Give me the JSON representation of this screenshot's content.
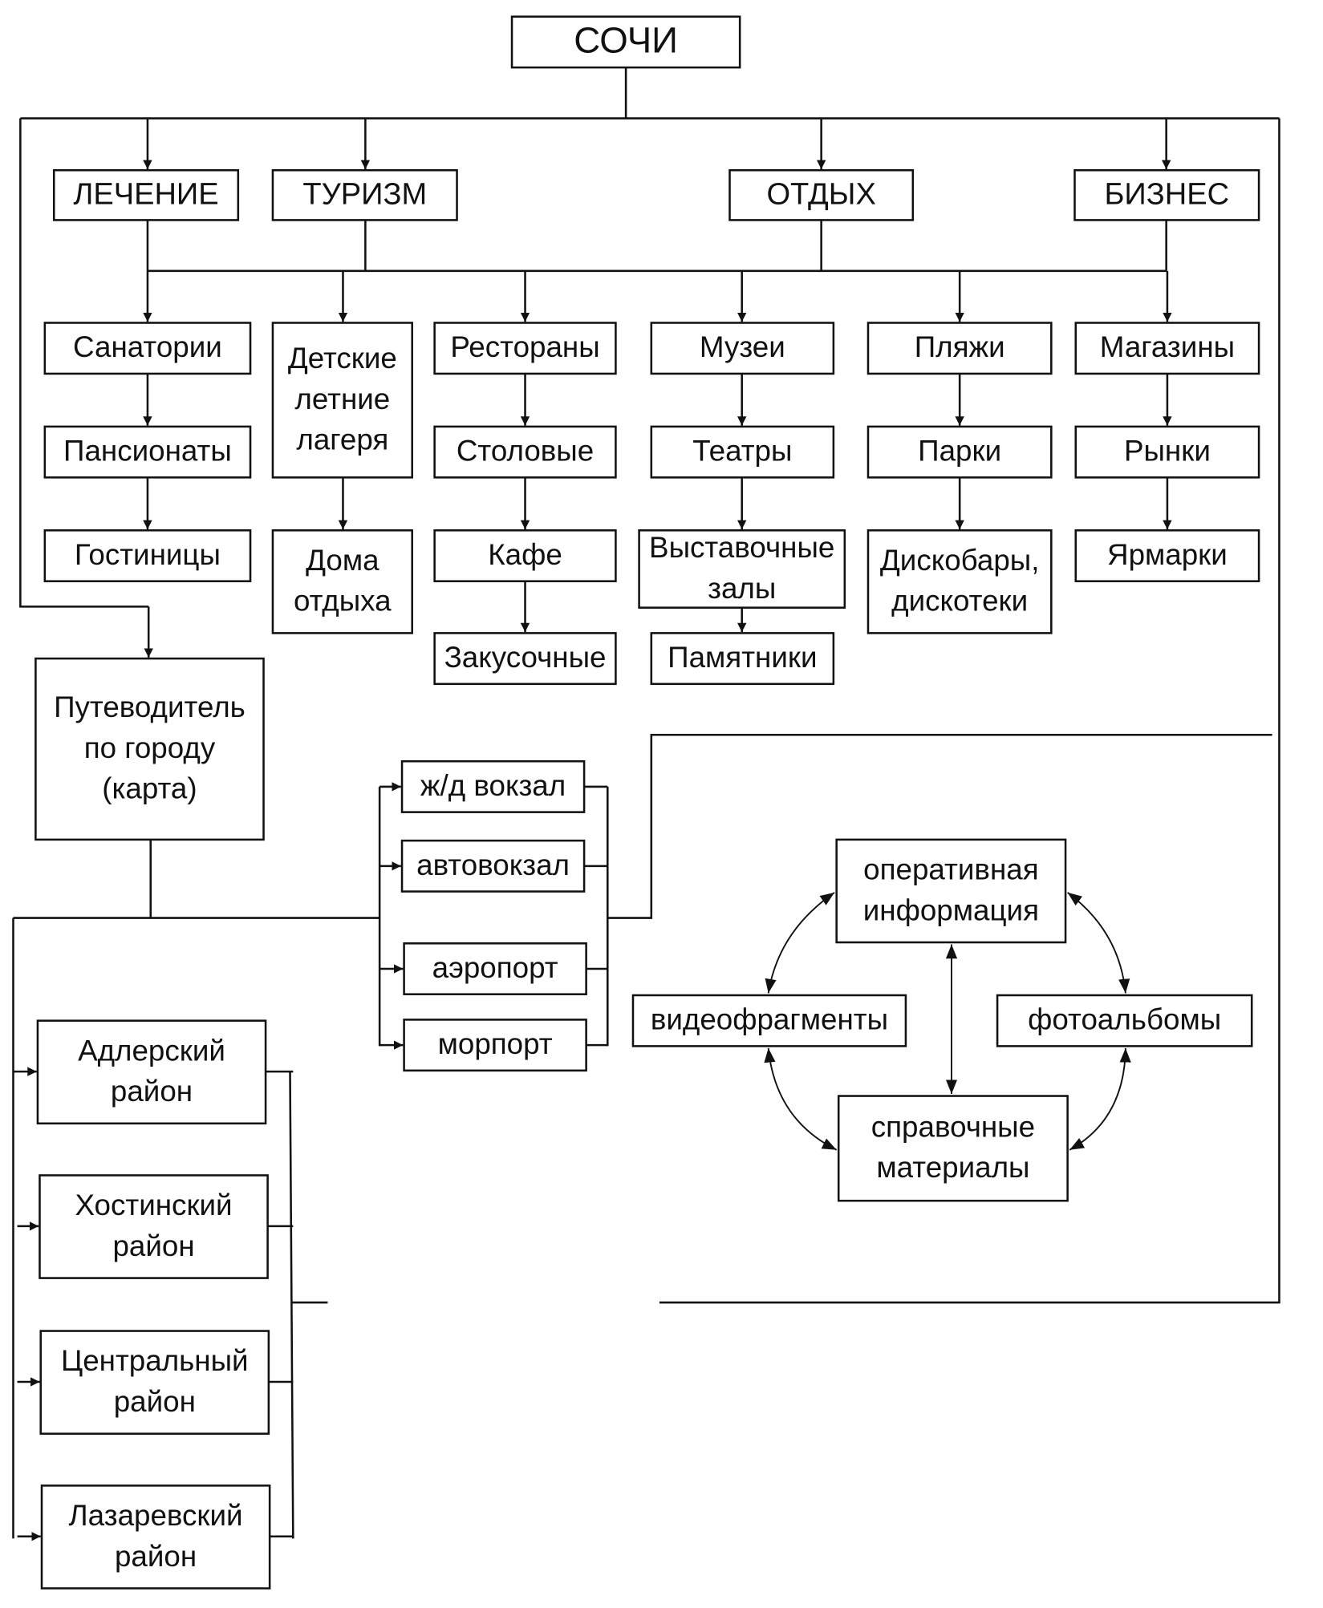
{
  "title": "СОЧИ",
  "colors": {
    "ink": "#111111",
    "background": "#ffffff"
  },
  "categories": [
    {
      "id": "treatment",
      "label": "ЛЕЧЕНИЕ"
    },
    {
      "id": "tourism",
      "label": "ТУРИЗМ"
    },
    {
      "id": "leisure",
      "label": "ОТДЫХ"
    },
    {
      "id": "business",
      "label": "БИЗНЕС"
    }
  ],
  "columns": [
    {
      "id": "accommodation",
      "items": [
        [
          "Санатории"
        ],
        [
          "Пансионаты"
        ],
        [
          "Гостиницы"
        ]
      ]
    },
    {
      "id": "children",
      "items": [
        [
          "Детские",
          "летние",
          "лагеря"
        ],
        [
          "Дома",
          "отдыха"
        ]
      ]
    },
    {
      "id": "food",
      "items": [
        [
          "Рестораны"
        ],
        [
          "Столовые"
        ],
        [
          "Кафе"
        ],
        [
          "Закусочные"
        ]
      ]
    },
    {
      "id": "culture",
      "items": [
        [
          "Музеи"
        ],
        [
          "Театры"
        ],
        [
          "Выставочные",
          "залы"
        ],
        [
          "Памятники"
        ]
      ]
    },
    {
      "id": "recreation",
      "items": [
        [
          "Пляжи"
        ],
        [
          "Парки"
        ],
        [
          "Дискобары,",
          "дискотеки"
        ]
      ]
    },
    {
      "id": "trade",
      "items": [
        [
          "Магазины"
        ],
        [
          "Рынки"
        ],
        [
          "Ярмарки"
        ]
      ]
    }
  ],
  "guide": {
    "label": [
      "Путеводитель",
      "по городу",
      "(карта)"
    ]
  },
  "transport": [
    {
      "id": "rail",
      "label": "ж/д вокзал"
    },
    {
      "id": "bus",
      "label": "автовокзал"
    },
    {
      "id": "airport",
      "label": "аэропорт"
    },
    {
      "id": "seaport",
      "label": "морпорт"
    }
  ],
  "districts": [
    {
      "id": "adler",
      "label": [
        "Адлерский",
        "район"
      ]
    },
    {
      "id": "khosta",
      "label": [
        "Хостинский",
        "район"
      ]
    },
    {
      "id": "central",
      "label": [
        "Центральный",
        "район"
      ]
    },
    {
      "id": "lazarevsky",
      "label": [
        "Лазаревский",
        "район"
      ]
    }
  ],
  "info": {
    "operational": [
      "оперативная",
      "информация"
    ],
    "video": [
      "видеофрагменты"
    ],
    "photo": [
      "фотоальбомы"
    ],
    "reference": [
      "справочные",
      "материалы"
    ]
  }
}
